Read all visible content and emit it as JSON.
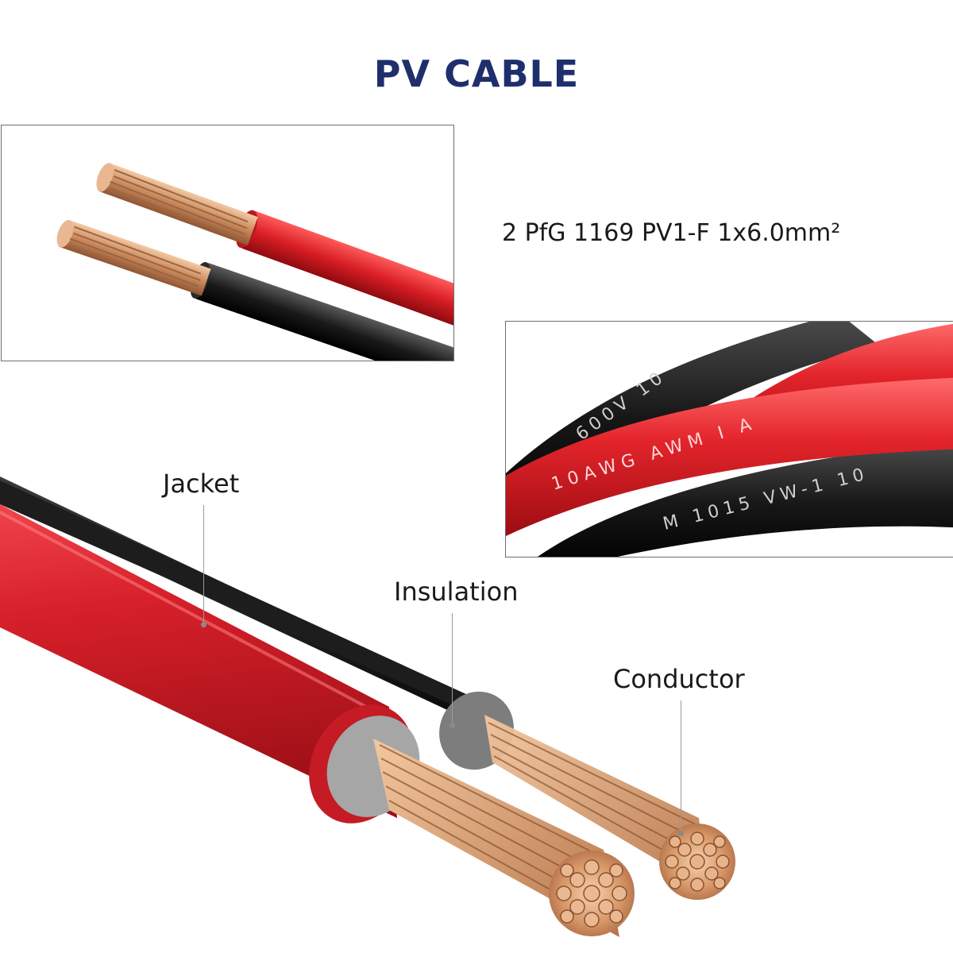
{
  "title": "PV CABLE",
  "spec": "2 PfG 1169 PV1-F 1x6.0mm²",
  "labels": {
    "jacket": "Jacket",
    "insulation": "Insulation",
    "conductor": "Conductor"
  },
  "cable_print": {
    "black_top": "600V 10",
    "red": "10AWG AWM I A",
    "black_bottom": "M 1015 VW-1 10"
  },
  "colors": {
    "title": "#1f2f6b",
    "red_jacket": "#d2202a",
    "black_jacket": "#1b1b1b",
    "insulation": "#9e9e9e",
    "copper": "#d9a47c"
  }
}
